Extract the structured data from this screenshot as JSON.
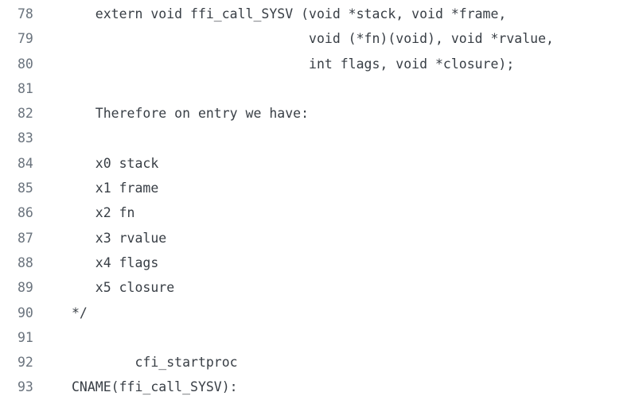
{
  "editor": {
    "kind": "source-code-view",
    "colors": {
      "background": "#ffffff",
      "line_number": "#6a737d",
      "code_text": "#383e45"
    },
    "first_line_number": 78,
    "last_line_number": 93,
    "lines": [
      {
        "number": "78",
        "code": "   extern void ffi_call_SYSV (void *stack, void *frame,"
      },
      {
        "number": "79",
        "code": "                              void (*fn)(void), void *rvalue,"
      },
      {
        "number": "80",
        "code": "                              int flags, void *closure);"
      },
      {
        "number": "81",
        "code": ""
      },
      {
        "number": "82",
        "code": "   Therefore on entry we have:"
      },
      {
        "number": "83",
        "code": ""
      },
      {
        "number": "84",
        "code": "   x0 stack"
      },
      {
        "number": "85",
        "code": "   x1 frame"
      },
      {
        "number": "86",
        "code": "   x2 fn"
      },
      {
        "number": "87",
        "code": "   x3 rvalue"
      },
      {
        "number": "88",
        "code": "   x4 flags"
      },
      {
        "number": "89",
        "code": "   x5 closure"
      },
      {
        "number": "90",
        "code": "*/"
      },
      {
        "number": "91",
        "code": ""
      },
      {
        "number": "92",
        "code": "        cfi_startproc"
      },
      {
        "number": "93",
        "code": "CNAME(ffi_call_SYSV):"
      }
    ]
  }
}
